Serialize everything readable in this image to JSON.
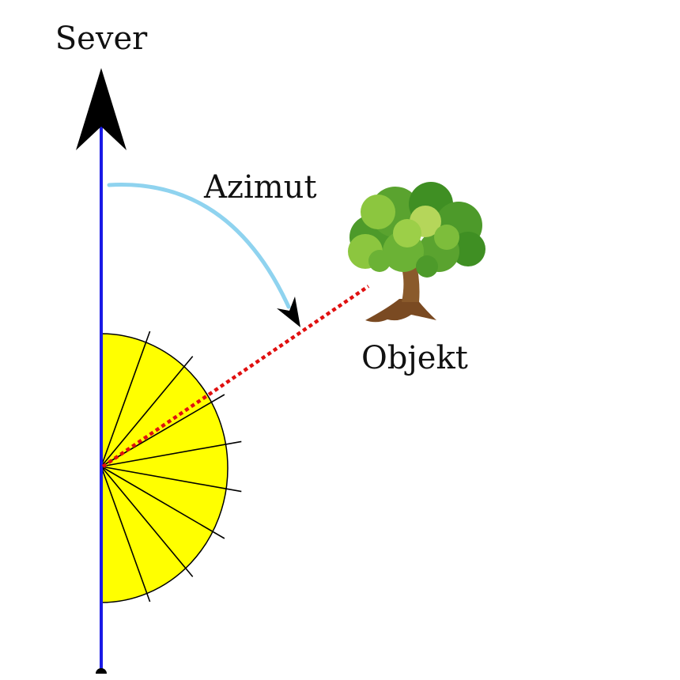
{
  "labels": {
    "north": "Sever",
    "azimuth": "Azimut",
    "object": "Objekt"
  },
  "colors": {
    "north_line": "#1a1ae6",
    "north_arrowhead": "#000000",
    "azimuth_arc": "#8fd3ef",
    "sight_line": "#e01010",
    "protractor_fill": "#ffff00",
    "protractor_stroke": "#000000",
    "tree_foliage_dark": "#3f8f23",
    "tree_foliage_light": "#8cc63f",
    "tree_trunk": "#8a5a2b"
  },
  "icons": {
    "object": "tree-icon"
  }
}
